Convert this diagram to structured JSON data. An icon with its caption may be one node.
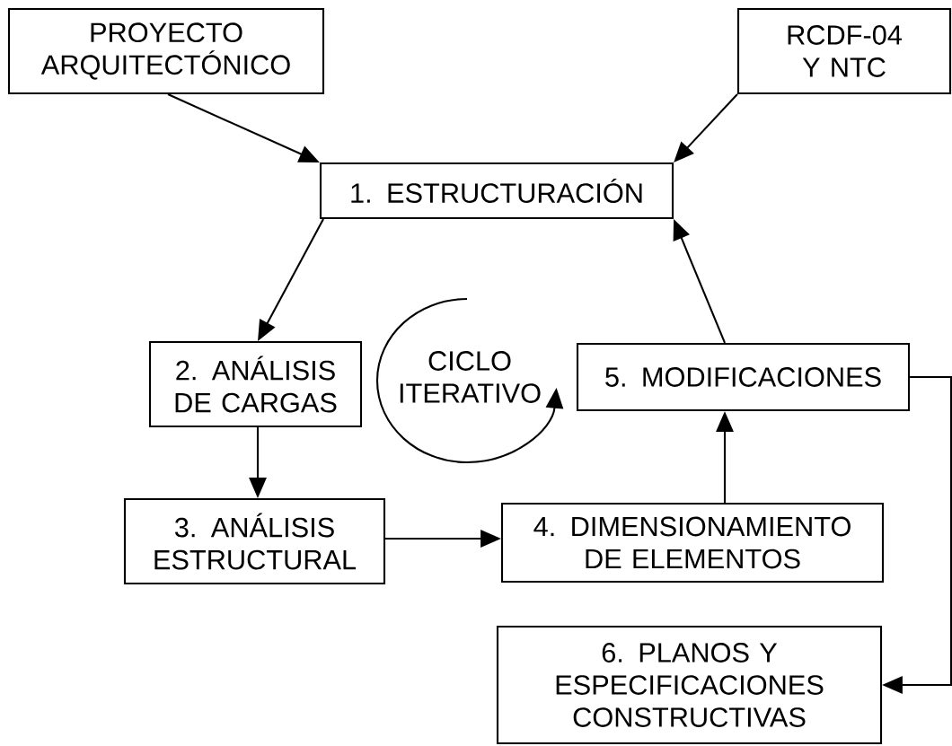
{
  "diagram": {
    "nodes": [
      {
        "text": [
          "PROYECTO ARQUITECTÓNICO"
        ]
      },
      {
        "text": [
          "RCDF-04 Y NTC"
        ]
      },
      {
        "text": [
          "1. ESTRUCTURACIÓN"
        ]
      },
      {
        "text": [
          "2. ANÁLISIS DE CARGAS"
        ]
      },
      {
        "text": [
          "5. MODIFICACIONES"
        ]
      },
      {
        "text": [
          "3. ANÁLISIS ESTRUCTURAL"
        ]
      },
      {
        "text": [
          "4. DIMENSIONAMIENTO DE ELEMENTOS"
        ]
      },
      {
        "text": [
          "6. PLANOS Y ESPECIFICACIONES CONSTRUCTIVAS"
        ]
      }
    ],
    "edges": [
      {
        "from": 0,
        "to": 2,
        "arrow": "to"
      },
      {
        "from": 1,
        "to": 2,
        "arrow": "to"
      },
      {
        "from": 2,
        "to": 3,
        "arrow": "to"
      },
      {
        "from": 3,
        "to": 5,
        "arrow": "to"
      },
      {
        "from": 5,
        "to": 6,
        "arrow": "to"
      },
      {
        "from": 6,
        "to": 4,
        "arrow": "to"
      },
      {
        "from": 4,
        "to": 2,
        "arrow": "to"
      },
      {
        "from": 4,
        "to": 7,
        "arrow": "to"
      }
    ],
    "labels": [
      "CICLO ITERATIVO"
    ]
  }
}
